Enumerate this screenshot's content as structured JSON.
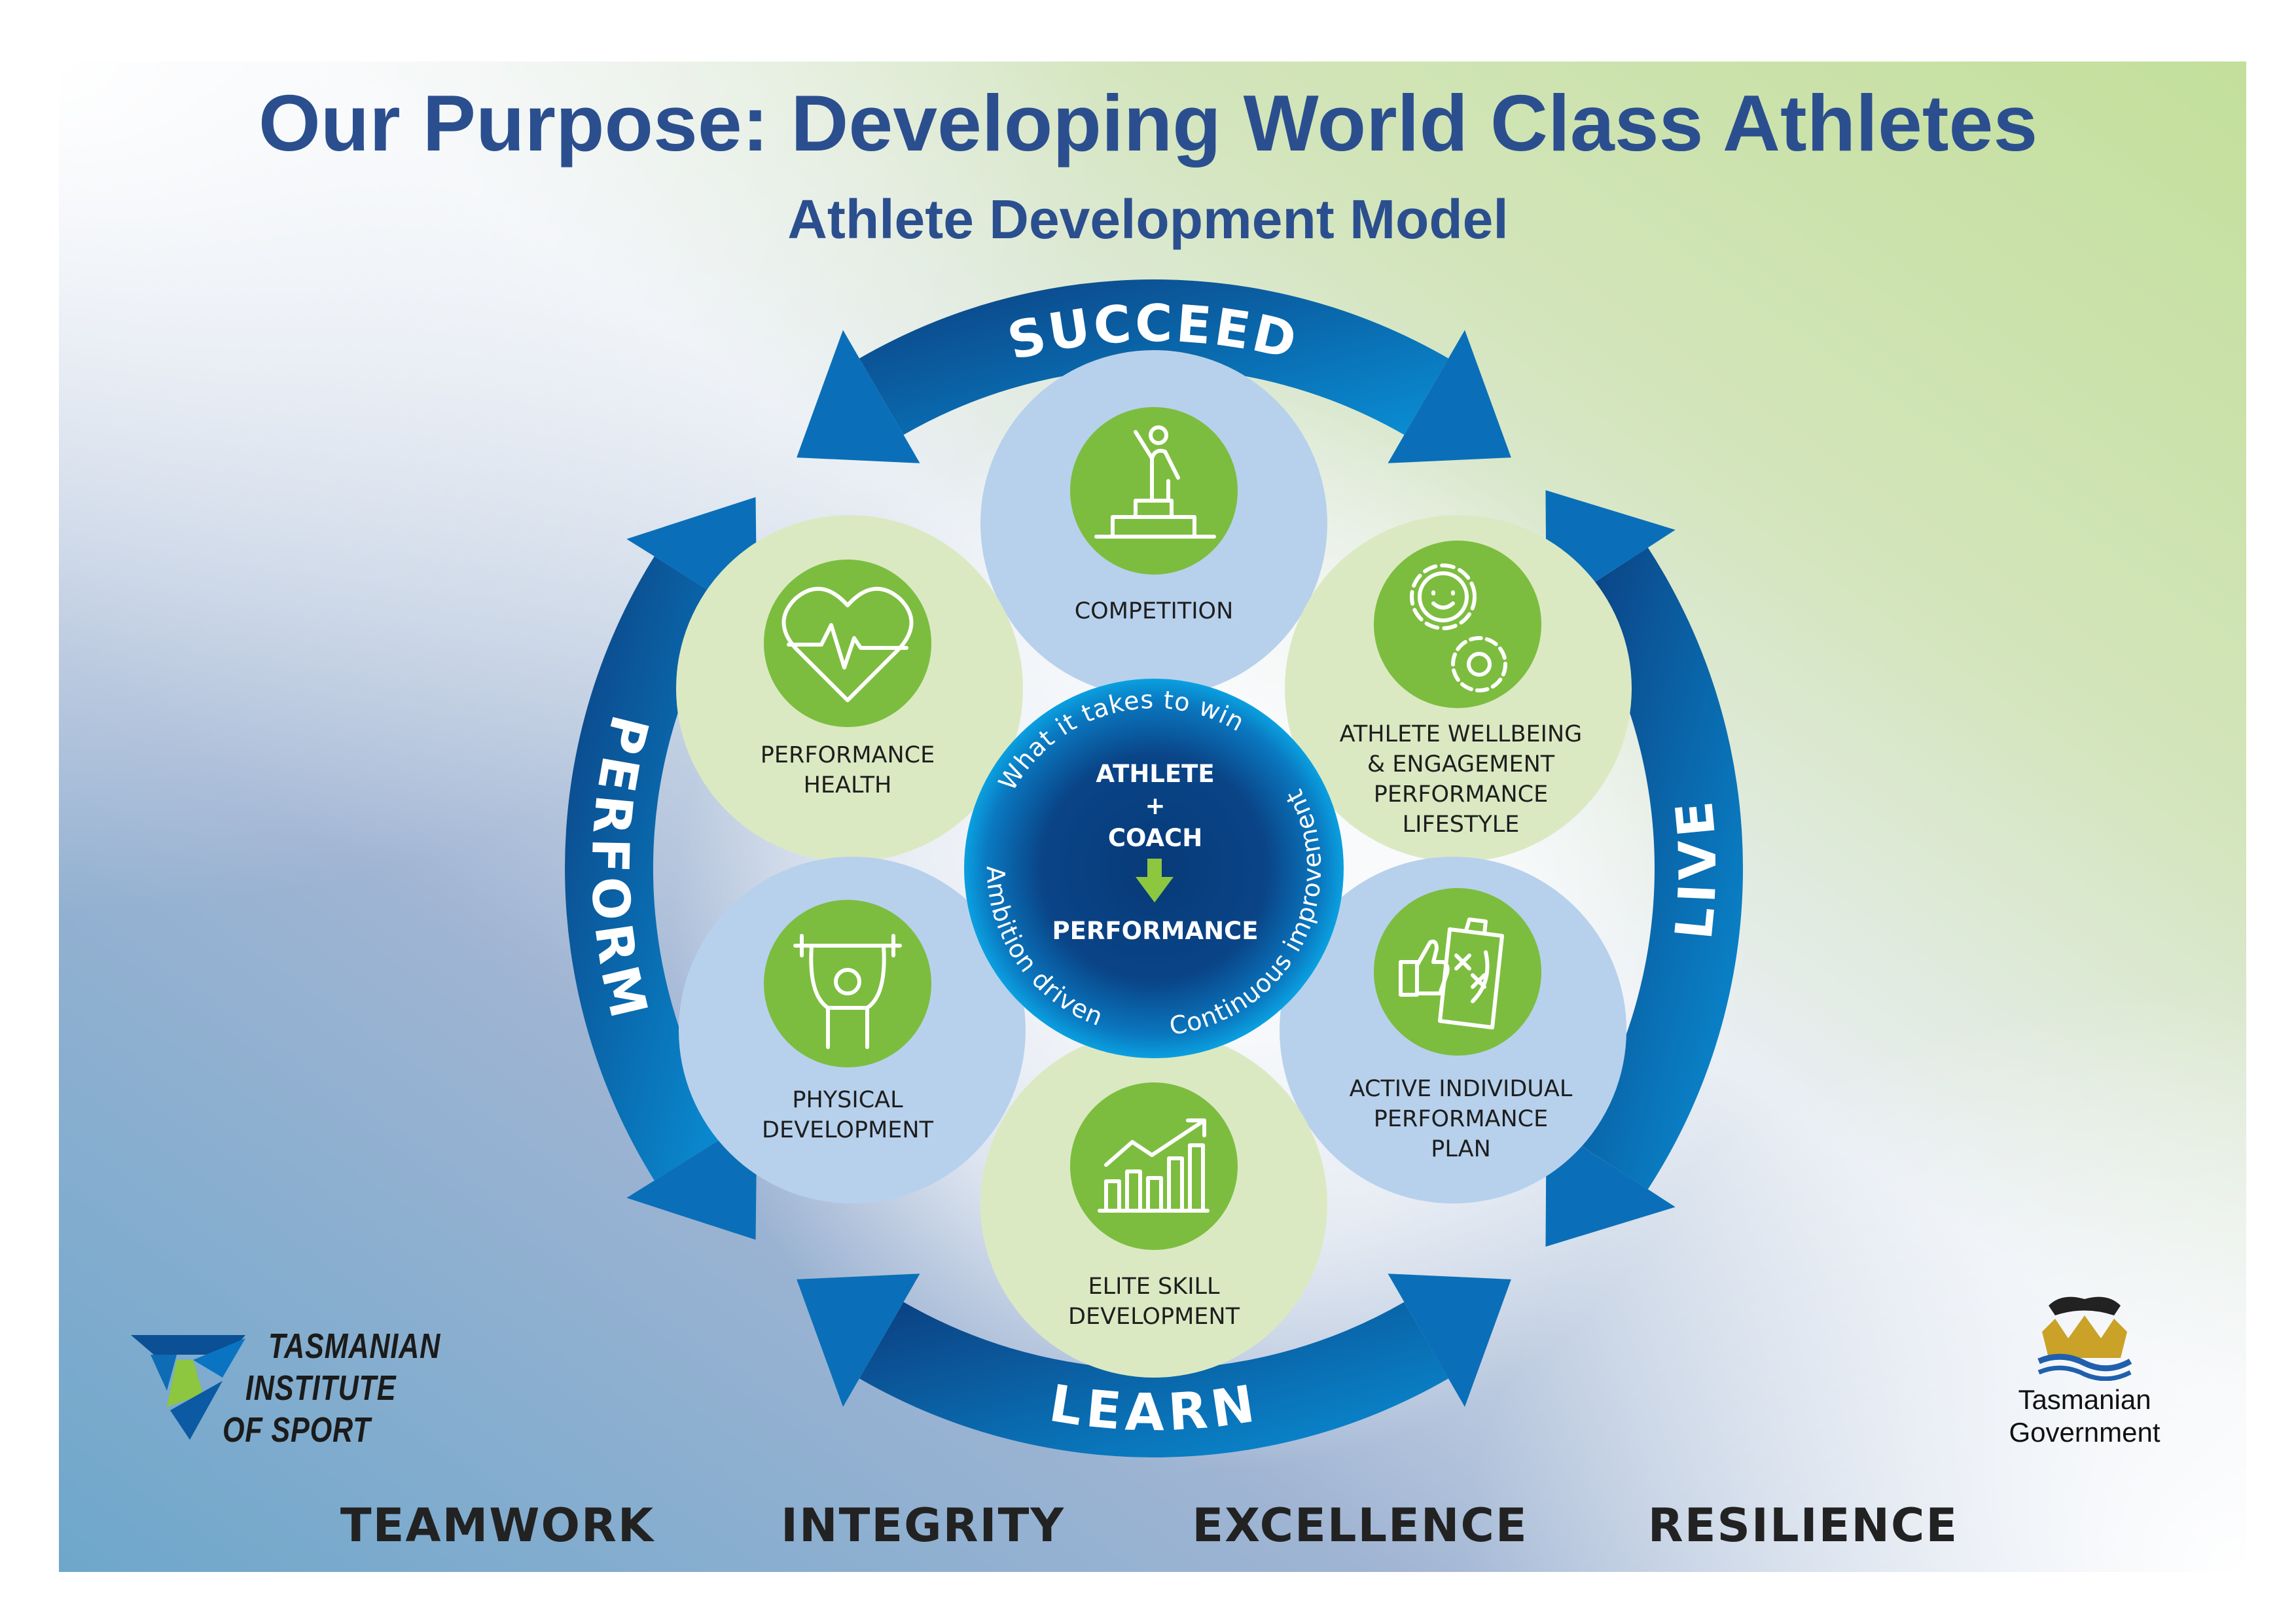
{
  "header": {
    "title": "Our Purpose: Developing World Class Athletes",
    "subtitle": "Athlete Development Model"
  },
  "ring": {
    "top": "SUCCEED",
    "right": "LIVE",
    "bottom": "LEARN",
    "left": "PERFORM"
  },
  "core": {
    "line1": "ATHLETE",
    "plus": "+",
    "line2": "COACH",
    "result": "PERFORMANCE",
    "curve_top": "What it takes to win",
    "curve_right": "Continuous improvement",
    "curve_left": "Ambition driven"
  },
  "nodes": {
    "competition": [
      "COMPETITION"
    ],
    "health": [
      "PERFORMANCE",
      "HEALTH"
    ],
    "wellbeing": [
      "ATHLETE WELLBEING",
      "& ENGAGEMENT",
      "PERFORMANCE",
      "LIFESTYLE"
    ],
    "physical": [
      "PHYSICAL",
      "DEVELOPMENT"
    ],
    "plan": [
      "ACTIVE INDIVIDUAL",
      "PERFORMANCE",
      "PLAN"
    ],
    "skill": [
      "ELITE SKILL",
      "DEVELOPMENT"
    ]
  },
  "values": [
    "TEAMWORK",
    "INTEGRITY",
    "EXCELLENCE",
    "RESILIENCE"
  ],
  "logos": {
    "tis": [
      "TASMANIAN",
      "INSTITUTE",
      "OF SPORT"
    ],
    "tasgov": [
      "Tasmanian",
      "Government"
    ]
  },
  "colors": {
    "title": "#2b4f8e",
    "ring_dark": "#0b3f80",
    "ring_light": "#0a8fd6",
    "node_green": "#dbe9c2",
    "node_blue": "#b7d1ec",
    "icon_green": "#7cbd3f"
  }
}
